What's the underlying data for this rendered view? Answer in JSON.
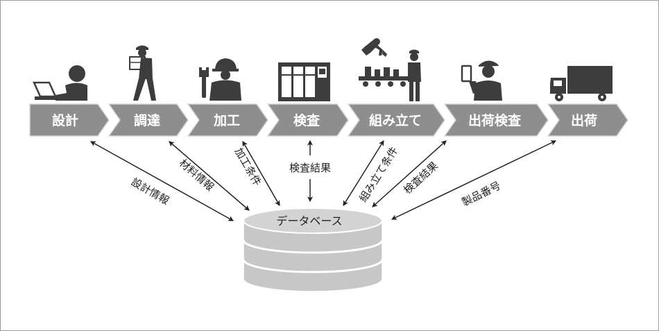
{
  "stages": [
    {
      "id": "design",
      "label": "設計",
      "icon": "person-at-laptop-icon"
    },
    {
      "id": "procure",
      "label": "調達",
      "icon": "worker-carrying-box-icon"
    },
    {
      "id": "machining",
      "label": "加工",
      "icon": "worker-with-wrench-icon"
    },
    {
      "id": "inspection",
      "label": "検査",
      "icon": "machine-cabinet-icon"
    },
    {
      "id": "assembly",
      "label": "組み立て",
      "icon": "robot-arm-assembly-line-icon"
    },
    {
      "id": "ship-insp",
      "label": "出荷検査",
      "icon": "worker-with-tablet-icon"
    },
    {
      "id": "shipping",
      "label": "出荷",
      "icon": "delivery-truck-icon"
    }
  ],
  "flows": [
    {
      "stage": "design",
      "label": "設計情報"
    },
    {
      "stage": "procure",
      "label": "材料情報"
    },
    {
      "stage": "machining",
      "label": "加工条件"
    },
    {
      "stage": "inspection",
      "label": "検査結果"
    },
    {
      "stage": "assembly",
      "label": "組み立て条件"
    },
    {
      "stage": "ship-insp",
      "label": "検査結果"
    },
    {
      "stage": "shipping",
      "label": "製品番号"
    }
  ],
  "database": {
    "label": "データベース"
  },
  "colors": {
    "chevron": "#8e8e8e",
    "chevron_border": "#d6d6d6",
    "icon": "#3d3d3d",
    "db_fill": "#c7c7c7",
    "arrow": "#222222",
    "frame": "#9a9a9a"
  }
}
